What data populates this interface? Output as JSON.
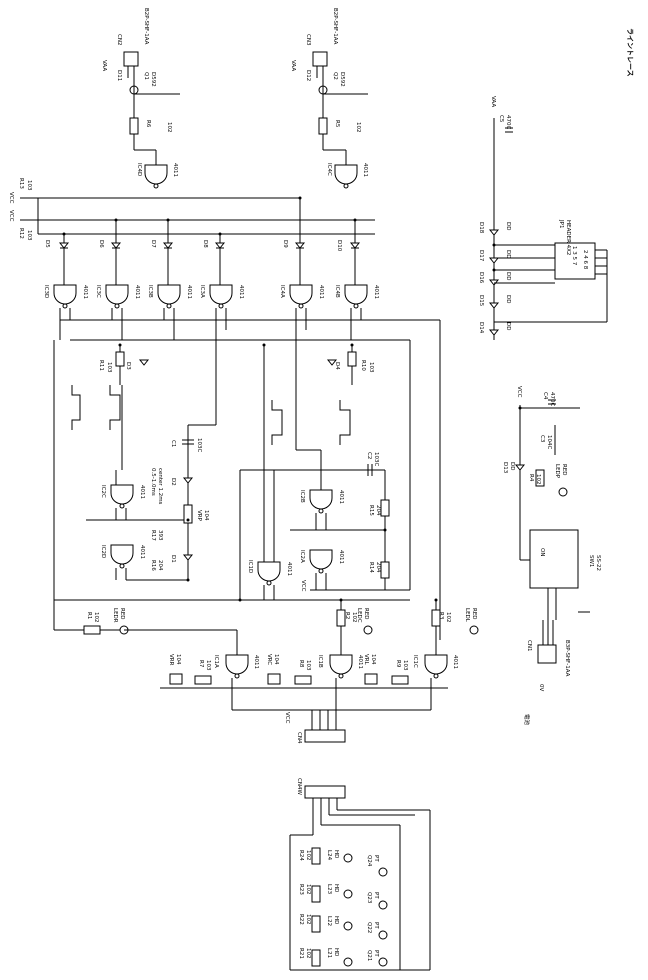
{
  "title": "ライントレース",
  "connectors": {
    "cn2": {
      "ref": "CN2",
      "part": "B2P-SHF-1AA"
    },
    "cn3": {
      "ref": "CN3",
      "part": "B2P-SHF-1AA"
    },
    "cn1": {
      "ref": "CN1",
      "part": "B3P-SHF-1AA"
    },
    "cn4": {
      "ref": "CN4"
    },
    "cn4w": {
      "ref": "CN4W"
    },
    "jp1": {
      "ref": "JP1",
      "part": "HEADER 4X2",
      "pins_odd": "1 3 5 7",
      "pins_even": "2 4 6 8"
    }
  },
  "transistors": {
    "q1": {
      "ref": "Q1",
      "part": "D592"
    },
    "q2": {
      "ref": "Q2",
      "part": "D592"
    }
  },
  "resistors": [
    {
      "ref": "R5",
      "value": "102"
    },
    {
      "ref": "R6",
      "value": "102"
    },
    {
      "ref": "R12",
      "value": "103"
    },
    {
      "ref": "R13",
      "value": "103"
    },
    {
      "ref": "R11",
      "value": "103"
    },
    {
      "ref": "R10",
      "value": "103"
    },
    {
      "ref": "R14",
      "value": "204"
    },
    {
      "ref": "R15",
      "value": "204"
    },
    {
      "ref": "R16",
      "value": "204"
    },
    {
      "ref": "R17",
      "value": "393"
    },
    {
      "ref": "R1",
      "value": "102"
    },
    {
      "ref": "R2",
      "value": "102"
    },
    {
      "ref": "R3",
      "value": "102"
    },
    {
      "ref": "R4",
      "value": "102"
    },
    {
      "ref": "R7",
      "value": "103"
    },
    {
      "ref": "R8",
      "value": "103"
    },
    {
      "ref": "R9",
      "value": "103"
    },
    {
      "ref": "R21",
      "value": "102"
    },
    {
      "ref": "R22",
      "value": "102"
    },
    {
      "ref": "R23",
      "value": "102"
    },
    {
      "ref": "R24",
      "value": "102"
    }
  ],
  "pots": [
    {
      "ref": "VRP",
      "value": "104"
    },
    {
      "ref": "VRR",
      "value": "104"
    },
    {
      "ref": "VRC",
      "value": "104"
    },
    {
      "ref": "VRL",
      "value": "104"
    }
  ],
  "caps": [
    {
      "ref": "C1",
      "value": "103C"
    },
    {
      "ref": "C2",
      "value": "103C"
    },
    {
      "ref": "C3",
      "value": "104C"
    },
    {
      "ref": "C4",
      "value": "470C"
    },
    {
      "ref": "C5",
      "value": "470C"
    }
  ],
  "leds": [
    {
      "ref": "LEDR",
      "value": "RED"
    },
    {
      "ref": "LEDC",
      "value": "RED"
    },
    {
      "ref": "LEDL",
      "value": "RED"
    },
    {
      "ref": "LEDP",
      "value": "RED"
    },
    {
      "ref": "L21",
      "value": "HD"
    },
    {
      "ref": "L22",
      "value": "HD"
    },
    {
      "ref": "L23",
      "value": "HD"
    },
    {
      "ref": "L24",
      "value": "HD"
    }
  ],
  "phototr": [
    {
      "ref": "Q21",
      "value": "PT"
    },
    {
      "ref": "Q22",
      "value": "PT"
    },
    {
      "ref": "Q23",
      "value": "PT"
    },
    {
      "ref": "Q24",
      "value": "PT"
    }
  ],
  "diode_value": "D",
  "diode_value_dd": "DD",
  "gates": [
    {
      "ref": "IC1A",
      "part": "4011"
    },
    {
      "ref": "IC1B",
      "part": "4011"
    },
    {
      "ref": "IC1C",
      "part": "4011"
    },
    {
      "ref": "IC1D",
      "part": "4011"
    },
    {
      "ref": "IC2A",
      "part": "4011"
    },
    {
      "ref": "IC2B",
      "part": "4011"
    },
    {
      "ref": "IC2C",
      "part": "4011"
    },
    {
      "ref": "IC2D",
      "part": "4011"
    },
    {
      "ref": "IC3A",
      "part": "4011"
    },
    {
      "ref": "IC3B",
      "part": "4011"
    },
    {
      "ref": "IC3C",
      "part": "4011"
    },
    {
      "ref": "IC3D",
      "part": "4011"
    },
    {
      "ref": "IC4A",
      "part": "4011"
    },
    {
      "ref": "IC4B",
      "part": "4011"
    },
    {
      "ref": "IC4C",
      "part": "4011"
    },
    {
      "ref": "IC4D",
      "part": "4011"
    }
  ],
  "switch": {
    "ref": "SW1",
    "part": "SS-22"
  },
  "net": {
    "vcc": "VCC",
    "vaa": "VAA",
    "on": "ON",
    "gnd_v": "0V",
    "batt": "電池"
  },
  "timing": {
    "line1": "0.5-1.0ms",
    "line2": "center 1.2ms"
  }
}
